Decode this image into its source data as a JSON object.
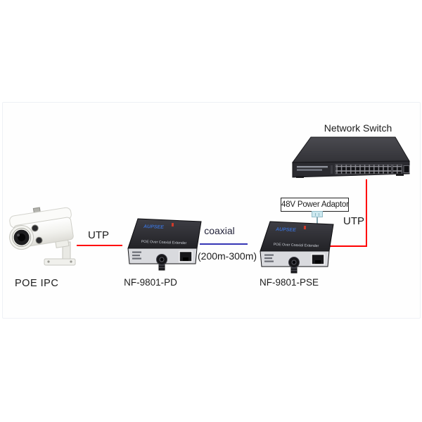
{
  "diagram": {
    "camera": {
      "label": "POE IPC"
    },
    "pd": {
      "label": "NF-9801-PD"
    },
    "pse": {
      "label": "NF-9801-PSE"
    },
    "switch": {
      "label": "Network Switch"
    },
    "links": {
      "utp_left": "UTP",
      "utp_right": "UTP",
      "coaxial": "coaxial",
      "coaxial_range": "(200m-300m)"
    },
    "power": {
      "label": "48V Power Adaptor"
    },
    "device_art": {
      "brand": "AUPSEE",
      "caption": "POE Over Coaxial Extender"
    },
    "colors": {
      "utp_line": "#ff0000",
      "coax_line": "#3535b5",
      "power_line": "#86a6b0",
      "plug_fill": "#cde9f0",
      "text": "#1c1c1c"
    }
  }
}
